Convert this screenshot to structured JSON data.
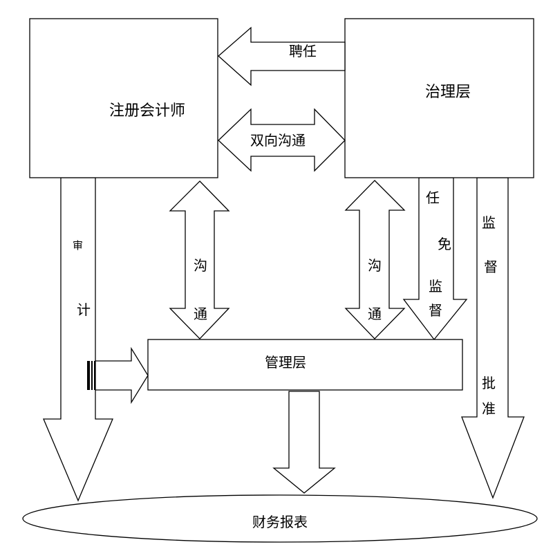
{
  "nodes": {
    "cpa": "注册会计师",
    "governance": "治理层",
    "management": "管理层",
    "statements": "财务报表"
  },
  "edges": {
    "hire": "聘任",
    "two_way": "双向沟通",
    "comm_left_1": "沟",
    "comm_left_2": "通",
    "comm_right_1": "沟",
    "comm_right_2": "通",
    "audit_1": "审",
    "audit_2": "计",
    "appoint_1": "任",
    "appoint_2": "免",
    "supervise_mgmt_1": "监",
    "supervise_mgmt_2": "督",
    "supervise_1": "监",
    "supervise_2": "督",
    "approve_1": "批",
    "approve_2": "准"
  }
}
